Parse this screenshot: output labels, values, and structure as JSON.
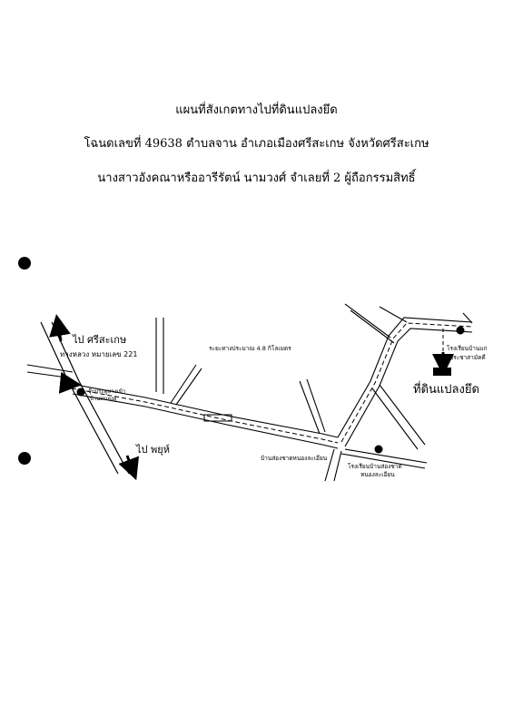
{
  "header": {
    "title": "แผนที่สังเกตทางไปที่ดินแปลงยึด",
    "deed_line": "โฉนดเลขที่ 49638 ตำบลจาน อำเภอเมืองศรีสะเกษ จังหวัดศรีสะเกษ",
    "owner_line": "นางสาวอังคณาหรืออารีรัตน์ นามวงศ์ จำเลยที่ 2 ผู้ถือกรรมสิทธิ์"
  },
  "map": {
    "to_sisaket": "ไป ศรีสะเกษ",
    "highway": "ทางหลวง หมายเลข 221",
    "to_phayu": "ไป พยุห์",
    "distance": "ระยะทางประมาณ 4.8 กิโลเมตร",
    "junction_line1": "จุ๊บประตูทางเข้า",
    "junction_line2": "บ้านหนองอู",
    "village": "บ้านส่องชาดหนองละเอียน",
    "school1_line1": "โรงเรียนบ้านส่องชาด",
    "school1_line2": "หนองละเอียน",
    "school2_line1": "โรงเรียนบ้านแก",
    "school2_line2": "ประชาสามัคคี",
    "land_label": "ที่ดินแปลงยึด"
  }
}
